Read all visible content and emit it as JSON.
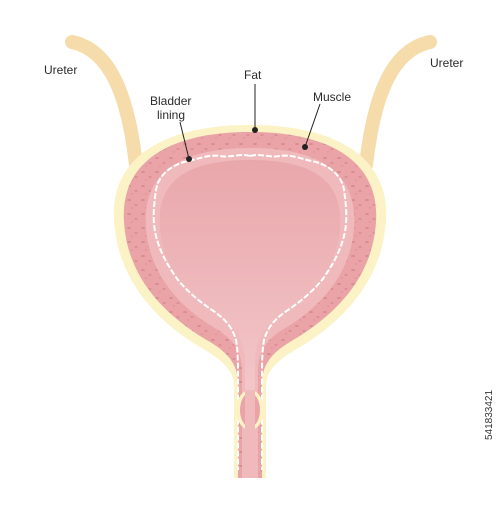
{
  "labels": {
    "ureter_left": "Ureter",
    "ureter_right": "Ureter",
    "fat": "Fat",
    "muscle": "Muscle",
    "bladder_lining_line1": "Bladder",
    "bladder_lining_line2": "lining"
  },
  "stock_id": "541833421",
  "colors": {
    "ureter": "#f6dcab",
    "fat": "#fbf2c6",
    "muscle": "#eaa3a6",
    "lining": "#f0babd",
    "lumen": "#edb0b2",
    "lining_line": "#ffffff",
    "leader": "#222222"
  }
}
